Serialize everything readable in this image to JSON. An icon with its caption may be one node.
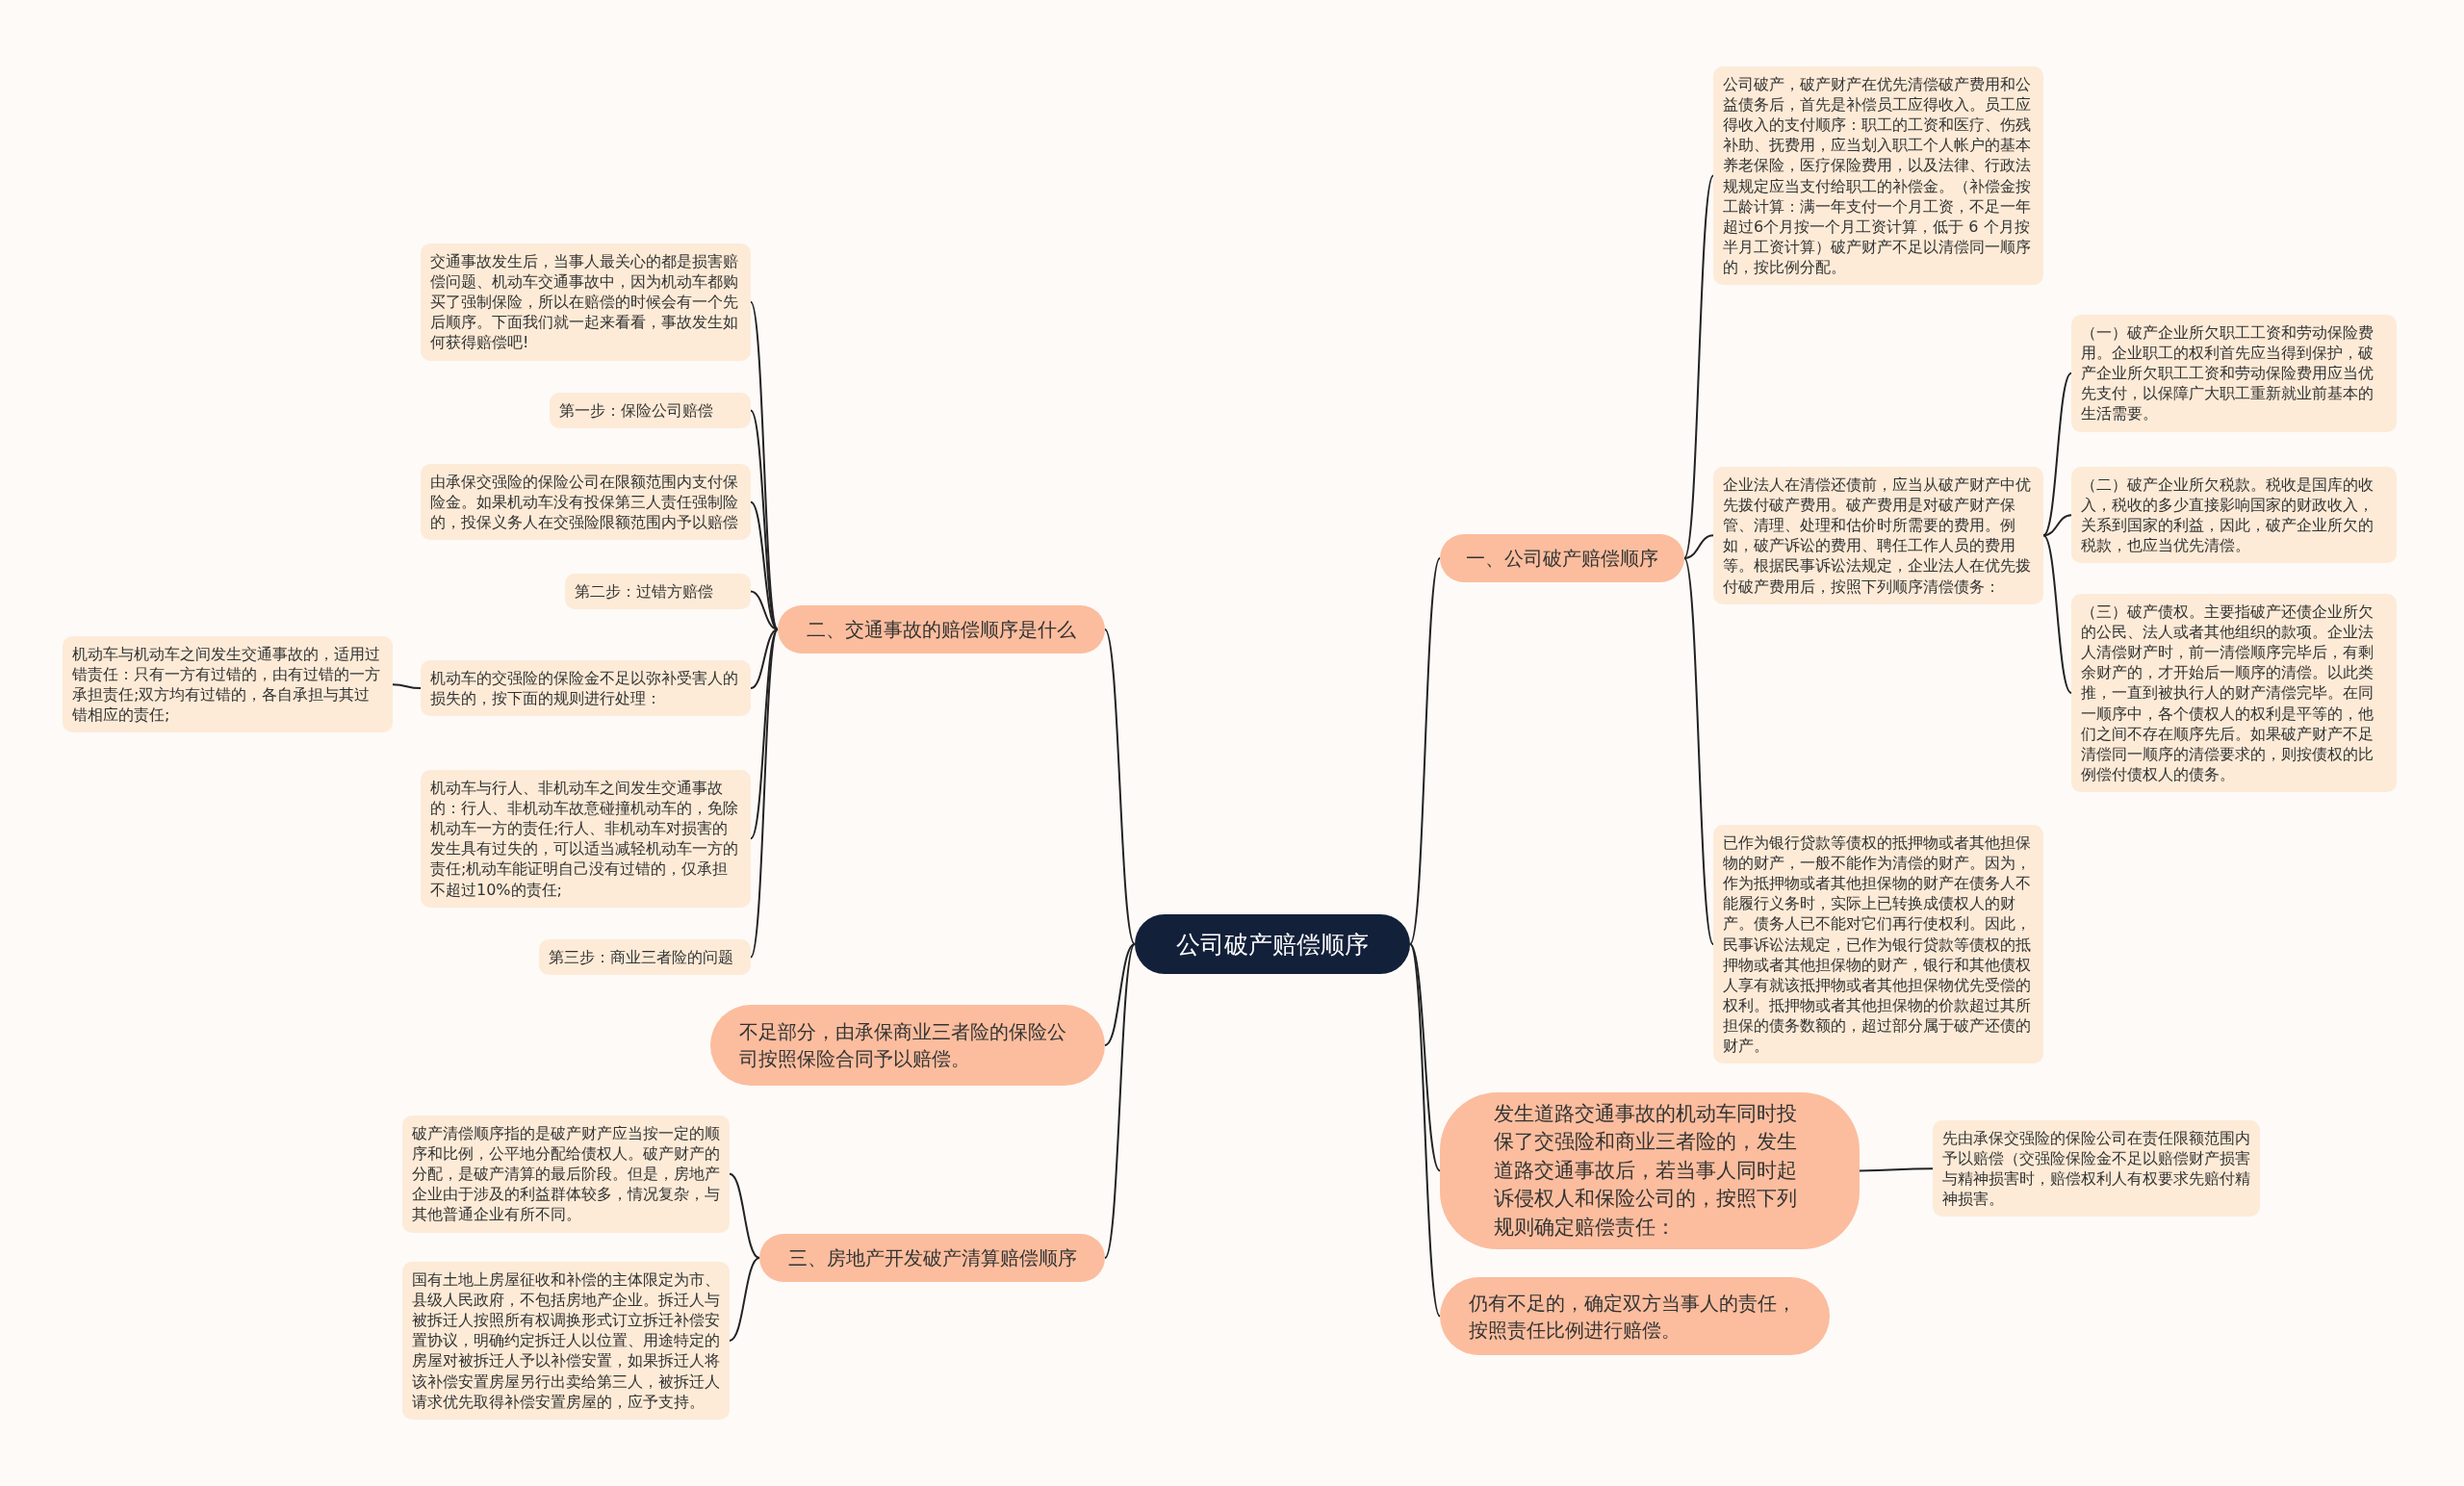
{
  "diagram": {
    "nodes": [
      {
        "text": [
          "公司破产赔偿顺序"
        ]
      },
      {
        "text": [
          "一、公司破产赔偿顺序"
        ]
      },
      {
        "text": [
          "公司破产，破产财产在优先清偿破产费用和公益债务后，首先是补偿员工应得收入。员工应得收入的支付顺序：职工的工资和医疗、伤残补助、抚费用，应当划入职工个人帐户的基本养老保险，医疗保险费用，以及法律、行政法规规定应当支付给职工的补偿金。（补偿金按工龄计算：满一年支付一个月工资，不足一年超过6个月按一个月工资计算，低于 6 个月按半月工资计算）破产财产不足以清偿同一顺序的，按比例分配。"
        ]
      },
      {
        "text": [
          "企业法人在清偿还债前，应当从破产财产中优先拨付破产费用。破产费用是对破产财产保管、清理、处理和估价时所需要的费用。例如，破产诉讼的费用、聘任工作人员的费用等。根据民事诉讼法规定，企业法人在优先拨付破产费用后，按照下列顺序清偿债务："
        ]
      },
      {
        "text": [
          "（一）破产企业所欠职工工资和劳动保险费用。企业职工的权利首先应当得到保护，破产企业所欠职工工资和劳动保险费用应当优先支付，以保障广大职工重新就业前基本的生活需要。"
        ]
      },
      {
        "text": [
          "（二）破产企业所欠税款。税收是国库的收入，税收的多少直接影响国家的财政收入，关系到国家的利益，因此，破产企业所欠的税款，也应当优先清偿。"
        ]
      },
      {
        "text": [
          "（三）破产债权。主要指破产还债企业所欠的公民、法人或者其他组织的款项。企业法人清偿财产时，前一清偿顺序完毕后，有剩余财产的，才开始后一顺序的清偿。以此类推，一直到被执行人的财产清偿完毕。在同一顺序中，各个债权人的权利是平等的，他们之间不存在顺序先后。如果破产财产不足清偿同一顺序的清偿要求的，则按债权的比例偿付债权人的债务。"
        ]
      },
      {
        "text": [
          "已作为银行贷款等债权的抵押物或者其他担保物的财产，一般不能作为清偿的财产。因为，作为抵押物或者其他担保物的财产在债务人不能履行义务时，实际上已转换成债权人的财产。债务人已不能对它们再行使权利。因此，民事诉讼法规定，已作为银行贷款等债权的抵押物或者其他担保物的财产，银行和其他债权人享有就该抵押物或者其他担保物优先受偿的权利。抵押物或者其他担保物的价款超过其所担保的债务数额的，超过部分属于破产还债的财产。"
        ]
      },
      {
        "text": [
          "二、交通事故的赔偿顺序是什么"
        ]
      },
      {
        "text": [
          "交通事故发生后，当事人最关心的都是损害赔偿问题、机动车交通事故中，因为机动车都购买了强制保险，所以在赔偿的时候会有一个先后顺序。下面我们就一起来看看，事故发生如何获得赔偿吧!"
        ]
      },
      {
        "text": [
          "第一步：保险公司赔偿"
        ]
      },
      {
        "text": [
          "由承保交强险的保险公司在限额范围内支付保险金。如果机动车没有投保第三人责任强制险的，投保义务人在交强险限额范围内予以赔偿"
        ]
      },
      {
        "text": [
          "第二步：过错方赔偿"
        ]
      },
      {
        "text": [
          "机动车的交强险的保险金不足以弥补受害人的损失的，按下面的规则进行处理："
        ]
      },
      {
        "text": [
          "机动车与机动车之间发生交通事故的，适用过错责任：只有一方有过错的，由有过错的一方承担责任;双方均有过错的，各自承担与其过错相应的责任;"
        ]
      },
      {
        "text": [
          "机动车与行人、非机动车之间发生交通事故的：行人、非机动车故意碰撞机动车的，免除机动车一方的责任;行人、非机动车对损害的发生具有过失的，可以适当减轻机动车一方的责任;机动车能证明自己没有过错的，仅承担不超过10%的责任;"
        ]
      },
      {
        "text": [
          "第三步：商业三者险的问题"
        ]
      },
      {
        "text": [
          "不足部分，由承保商业三者险的保险公司按照保险合同予以赔偿。"
        ]
      },
      {
        "text": [
          "发生道路交通事故的机动车同时投保了交强险和商业三者险的，发生道路交通事故后，若当事人同时起诉侵权人和保险公司的，按照下列规则确定赔偿责任："
        ]
      },
      {
        "text": [
          "先由承保交强险的保险公司在责任限额范围内予以赔偿（交强险保险金不足以赔偿财产损害与精神损害时，赔偿权利人有权要求先赔付精神损害。"
        ]
      },
      {
        "text": [
          "仍有不足的，确定双方当事人的责任，按照责任比例进行赔偿。"
        ]
      },
      {
        "text": [
          "三、房地产开发破产清算赔偿顺序"
        ]
      },
      {
        "text": [
          "破产清偿顺序指的是破产财产应当按一定的顺序和比例，公平地分配给债权人。破产财产的分配，是破产清算的最后阶段。但是，房地产企业由于涉及的利益群体较多，情况复杂，与其他普通企业有所不同。"
        ]
      },
      {
        "text": [
          "国有土地上房屋征收和补偿的主体限定为市、县级人民政府，不包括房地产企业。拆迁人与被拆迁人按照所有权调换形式订立拆迁补偿安置协议，明确约定拆迁人以位置、用途特定的房屋对被拆迁人予以补偿安置，如果拆迁人将该补偿安置房屋另行出卖给第三人，被拆迁人请求优先取得补偿安置房屋的，应予支持。"
        ]
      }
    ],
    "edges": [
      {
        "from": 0,
        "to": 1,
        "arrow": "none"
      },
      {
        "from": 1,
        "to": 2,
        "arrow": "none"
      },
      {
        "from": 1,
        "to": 3,
        "arrow": "none"
      },
      {
        "from": 3,
        "to": 4,
        "arrow": "none"
      },
      {
        "from": 3,
        "to": 5,
        "arrow": "none"
      },
      {
        "from": 3,
        "to": 6,
        "arrow": "none"
      },
      {
        "from": 1,
        "to": 7,
        "arrow": "none"
      },
      {
        "from": 0,
        "to": 8,
        "arrow": "none"
      },
      {
        "from": 8,
        "to": 9,
        "arrow": "none"
      },
      {
        "from": 8,
        "to": 10,
        "arrow": "none"
      },
      {
        "from": 8,
        "to": 11,
        "arrow": "none"
      },
      {
        "from": 8,
        "to": 12,
        "arrow": "none"
      },
      {
        "from": 8,
        "to": 13,
        "arrow": "none"
      },
      {
        "from": 13,
        "to": 14,
        "arrow": "none"
      },
      {
        "from": 8,
        "to": 15,
        "arrow": "none"
      },
      {
        "from": 8,
        "to": 16,
        "arrow": "none"
      },
      {
        "from": 0,
        "to": 17,
        "arrow": "none"
      },
      {
        "from": 0,
        "to": 18,
        "arrow": "none"
      },
      {
        "from": 18,
        "to": 19,
        "arrow": "none"
      },
      {
        "from": 0,
        "to": 20,
        "arrow": "none"
      },
      {
        "from": 0,
        "to": 21,
        "arrow": "none"
      },
      {
        "from": 21,
        "to": 22,
        "arrow": "none"
      },
      {
        "from": 21,
        "to": 23,
        "arrow": "none"
      }
    ]
  }
}
